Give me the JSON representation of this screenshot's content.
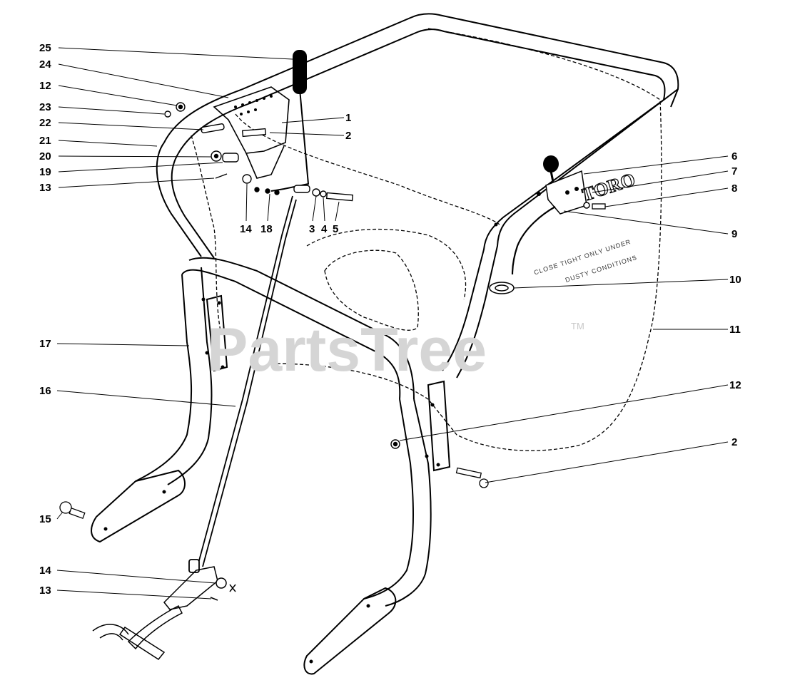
{
  "watermark": {
    "text": "PartsTree",
    "trademark": "TM"
  },
  "bag_label": {
    "brand": "TORO",
    "line1": "CLOSE TIGHT ONLY UNDER",
    "line2": "DUSTY CONDITIONS"
  },
  "callouts": {
    "c25": "25",
    "c24": "24",
    "c12a": "12",
    "c23": "23",
    "c22": "22",
    "c21": "21",
    "c20": "20",
    "c19": "19",
    "c13a": "13",
    "c14a": "14",
    "c18": "18",
    "c3": "3",
    "c4": "4",
    "c5": "5",
    "c1": "1",
    "c2a": "2",
    "c6": "6",
    "c7": "7",
    "c8": "8",
    "c9": "9",
    "c10": "10",
    "c11": "11",
    "c17": "17",
    "c16": "16",
    "c12b": "12",
    "c2b": "2",
    "c15": "15",
    "c14b": "14",
    "c13b": "13"
  },
  "colors": {
    "ink": "#000000",
    "watermark": "#d5d5d5",
    "paper": "#ffffff"
  }
}
